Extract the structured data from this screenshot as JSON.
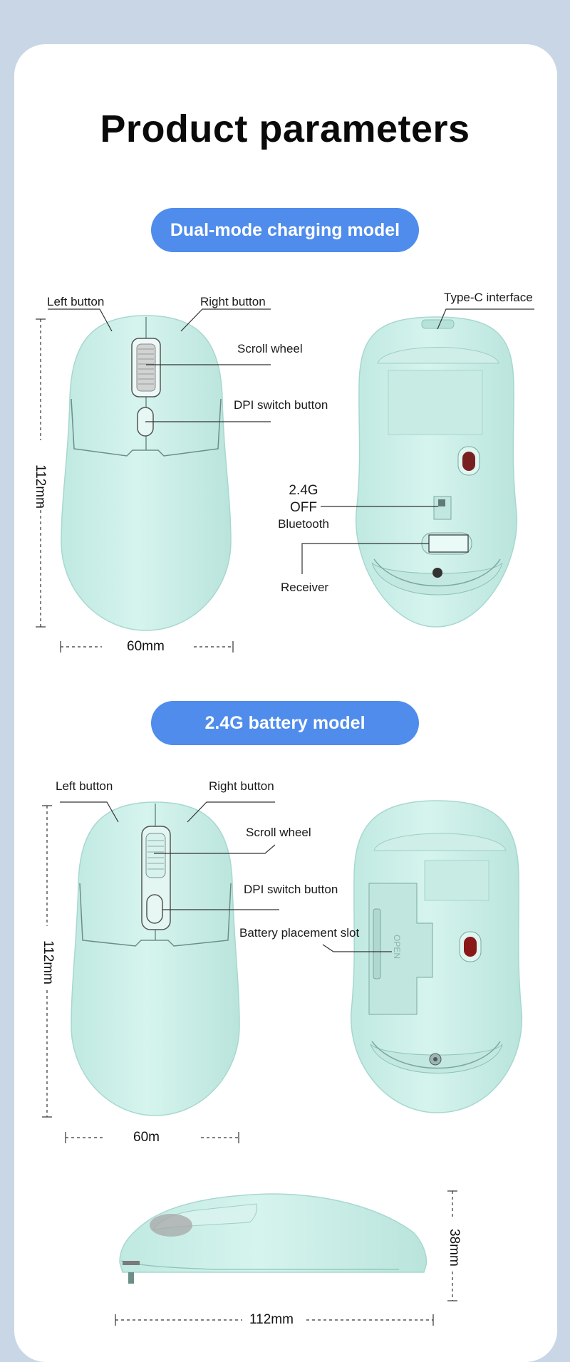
{
  "page_title": "Product parameters",
  "sections": [
    {
      "heading": "Dual-mode charging model",
      "labels": {
        "left_button": "Left button",
        "right_button": "Right button",
        "scroll_wheel": "Scroll wheel",
        "dpi_switch": "DPI switch button",
        "type_c": "Type-C interface",
        "switch_2g4": "2.4G",
        "switch_off": "OFF",
        "switch_bt": "Bluetooth",
        "receiver": "Receiver"
      },
      "dimensions": {
        "length": "112mm",
        "width": "60mm"
      }
    },
    {
      "heading": "2.4G battery model",
      "labels": {
        "left_button": "Left button",
        "right_button": "Right button",
        "scroll_wheel": "Scroll wheel",
        "dpi_switch": "DPI switch button",
        "battery_slot": "Battery placement slot"
      },
      "dimensions": {
        "length": "112mm",
        "width": "60m"
      }
    }
  ],
  "side_view": {
    "height": "38mm",
    "length": "112mm"
  },
  "colors": {
    "mouse_body": "#cdf1ea",
    "accent_pill": "#4f8cec",
    "background": "#c9d6e6"
  }
}
